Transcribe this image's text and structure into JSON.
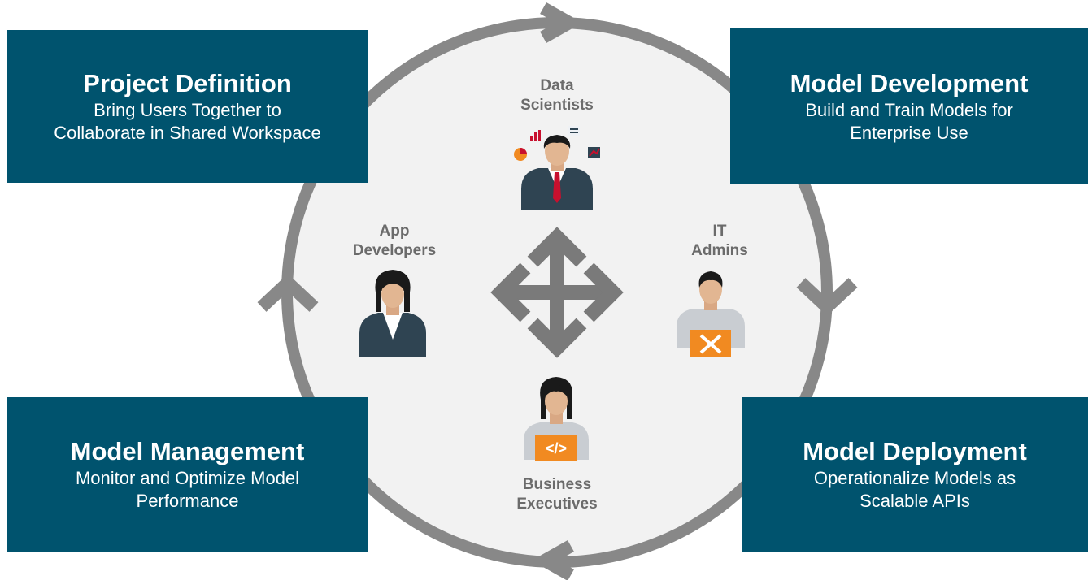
{
  "stages": {
    "project_definition": {
      "title": "Project Definition",
      "desc_line1": "Bring Users Together to",
      "desc_line2": "Collaborate in Shared Workspace"
    },
    "model_development": {
      "title": "Model Development",
      "desc_line1": "Build and Train Models for",
      "desc_line2": "Enterprise Use"
    },
    "model_management": {
      "title": "Model Management",
      "desc_line1": "Monitor and Optimize Model",
      "desc_line2": "Performance"
    },
    "model_deployment": {
      "title": "Model Deployment",
      "desc_line1": "Operationalize Models as",
      "desc_line2": "Scalable APIs"
    }
  },
  "roles": {
    "data_scientists": {
      "line1": "Data",
      "line2": "Scientists"
    },
    "app_developers": {
      "line1": "App",
      "line2": "Developers"
    },
    "it_admins": {
      "line1": "IT",
      "line2": "Admins"
    },
    "business_executives": {
      "line1": "Business",
      "line2": "Executives"
    }
  },
  "colors": {
    "box": "#00536e",
    "ring": "#888888",
    "circle_fill": "#f2f2f2",
    "accent_orange": "#f18a21",
    "tie_red": "#c8102e"
  }
}
